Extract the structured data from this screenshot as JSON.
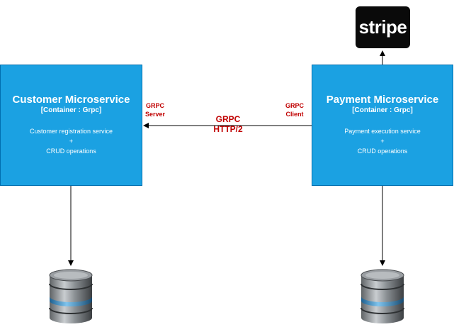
{
  "customer": {
    "title": "Customer Microservice",
    "subtitle": "[Container : Grpc]",
    "desc1": "Customer registration service",
    "desc2": "+",
    "desc3": "CRUD operations"
  },
  "payment": {
    "title": "Payment Microservice",
    "subtitle": "[Container : Grpc]",
    "desc1": "Payment execution service",
    "desc2": "+",
    "desc3": "CRUD operations"
  },
  "labels": {
    "server_1": "GRPC",
    "server_2": "Server",
    "client_1": "GRPC",
    "client_2": "Client",
    "protocol_1": "GRPC",
    "protocol_2": "HTTP/2"
  },
  "stripe": {
    "logo_text": "stripe"
  },
  "colors": {
    "box_fill": "#1ba1e2",
    "box_border": "#006eaf",
    "label_red": "#c00000",
    "stripe_bg": "#0a0a0a"
  }
}
